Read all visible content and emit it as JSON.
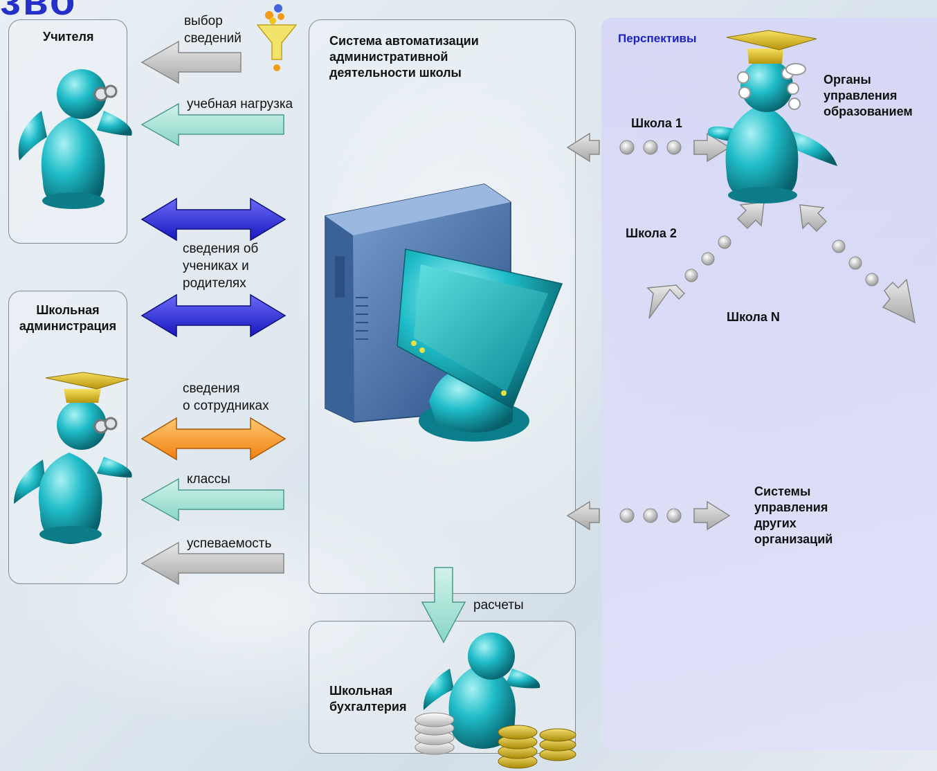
{
  "title_fragment": "зво",
  "nodes": {
    "teachers": "Учителя",
    "administration": "Школьная\nадминистрация",
    "system": "Система автоматизации\nадминистративной\nдеятельности школы",
    "accounting": "Школьная\nбухгалтерия",
    "prospects": "Перспективы",
    "education_authorities": "Органы\nуправления\nобразованием",
    "school_1": "Школа 1",
    "school_2": "Школа 2",
    "school_n": "Школа N",
    "other_systems": "Системы\nуправления\nдругих\nорганизаций"
  },
  "edges": {
    "info_selection": "выбор\nсведений",
    "teaching_load": "учебная нагрузка",
    "students_parents": "сведения об\nучениках и\nродителях",
    "staff_info": "сведения\nо сотрудниках",
    "classes": "классы",
    "performance": "успеваемость",
    "payments": "расчеты"
  },
  "colors": {
    "figure": "#18b8c4",
    "arrow_gray": "#c8c8c8",
    "arrow_teal": "#a6e0d4",
    "arrow_blue": "#2f2fd8",
    "arrow_orange": "#f59a20",
    "hat": "#e6c21e",
    "computer": "#4a78b4"
  }
}
